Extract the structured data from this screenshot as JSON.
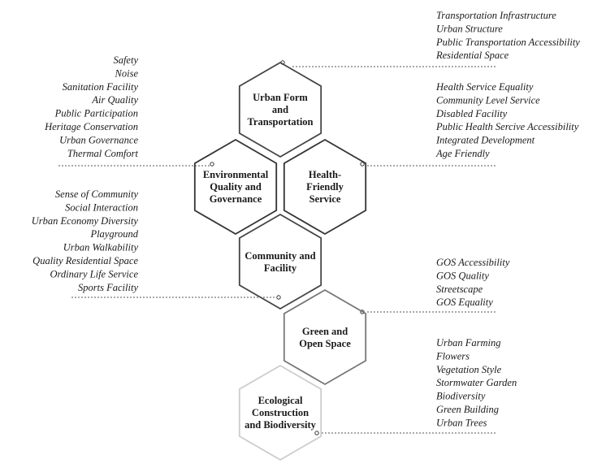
{
  "hexagons": [
    {
      "id": "urban-form",
      "lines": [
        "Urban Form",
        "and",
        "Transportation"
      ],
      "stroke": "#444444"
    },
    {
      "id": "environmental",
      "lines": [
        "Environmental",
        "Quality and",
        "Governance"
      ],
      "stroke": "#333333"
    },
    {
      "id": "health-friendly",
      "lines": [
        "Health-",
        "Friendly",
        "Service"
      ],
      "stroke": "#333333"
    },
    {
      "id": "community",
      "lines": [
        "Community and",
        "Facility"
      ],
      "stroke": "#444444"
    },
    {
      "id": "green-open",
      "lines": [
        "Green and",
        "Open Space"
      ],
      "stroke": "#777777"
    },
    {
      "id": "ecological",
      "lines": [
        "Ecological",
        "Construction",
        "and Biodiversity"
      ],
      "stroke": "#cccccc"
    }
  ],
  "lists": [
    {
      "id": "transportation-list",
      "align": "left",
      "items": [
        "Transportation Infrastructure",
        "Urban Structure",
        "Public Transportation Accessibility",
        "Residential Space"
      ]
    },
    {
      "id": "environmental-list",
      "align": "right",
      "items": [
        "Safety",
        "Noise",
        "Sanitation Facility",
        "Air Quality",
        "Public Participation",
        "Heritage Conservation",
        "Urban Governance",
        "Thermal Comfort"
      ]
    },
    {
      "id": "health-list",
      "align": "left",
      "items": [
        "Health Service Equality",
        "Community Level Service",
        "Disabled Facility",
        "Public Health Sercive Accessibility",
        "Integrated Development",
        "Age Friendly"
      ]
    },
    {
      "id": "community-list",
      "align": "right",
      "items": [
        "Sense of Community",
        "Social Interaction",
        "Urban Economy Diversity",
        "Playground",
        "Urban Walkability",
        "Quality Residential Space",
        "Ordinary Life Service",
        "Sports Facility"
      ]
    },
    {
      "id": "green-list",
      "align": "left",
      "items": [
        "GOS Accessibility",
        "GOS Quality",
        "Streetscape",
        "GOS Equality"
      ]
    },
    {
      "id": "ecological-list",
      "align": "left",
      "items": [
        "Urban Farming",
        "Flowers",
        "Vegetation Style",
        "Stormwater Garden",
        "Biodiversity",
        "Green Building",
        "Urban Trees"
      ]
    }
  ]
}
